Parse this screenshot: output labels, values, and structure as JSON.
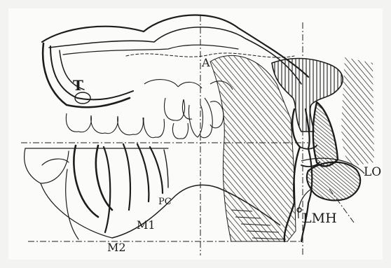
{
  "figure": {
    "labels": {
      "a": "A",
      "t": "T",
      "pc": "PC",
      "m1": "M1",
      "m2": "M2",
      "lmh": "LMH",
      "lo": "LO"
    },
    "ink_color": "#1c1c1c",
    "paper_color": "#fbfbf9"
  }
}
